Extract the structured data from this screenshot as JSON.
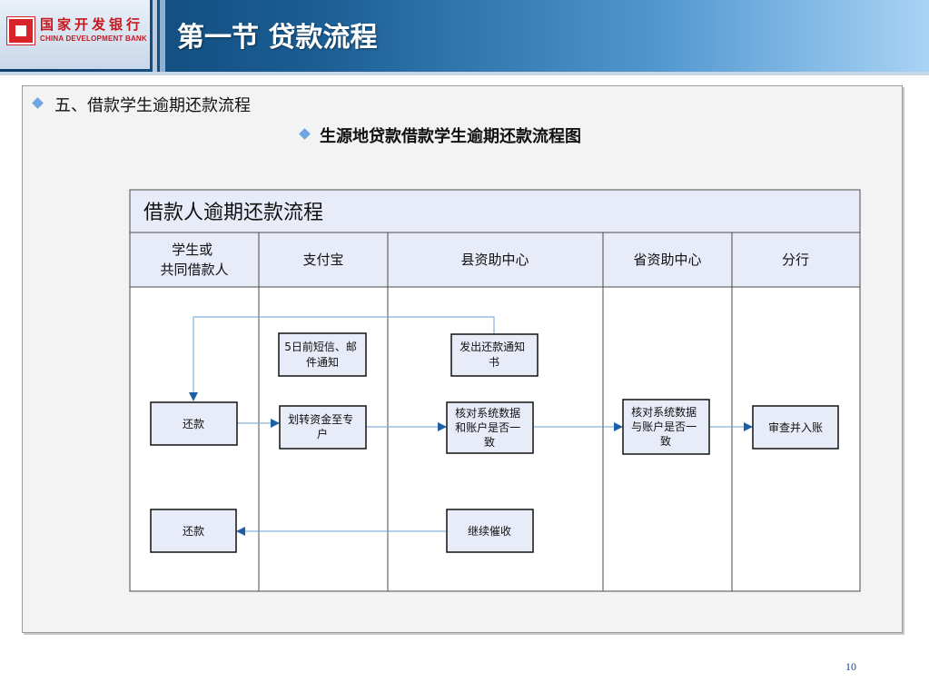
{
  "header": {
    "logo_cn": "国家开发银行",
    "logo_en": "CHINA DEVELOPMENT BANK",
    "title": "第一节  贷款流程"
  },
  "content": {
    "section_heading": "五、借款学生逾期还款流程",
    "diagram_title": "生源地贷款借款学生逾期还款流程图"
  },
  "flowchart": {
    "title": "借款人逾期还款流程",
    "lanes": [
      {
        "label_lines": [
          "学生或",
          "共同借款人"
        ]
      },
      {
        "label_lines": [
          "支付宝"
        ]
      },
      {
        "label_lines": [
          "县资助中心"
        ]
      },
      {
        "label_lines": [
          "省资助中心"
        ]
      },
      {
        "label_lines": [
          "分行"
        ]
      }
    ],
    "nodes": [
      {
        "id": "sms",
        "lines": [
          "5日前短信、邮",
          "件通知"
        ]
      },
      {
        "id": "notice",
        "lines": [
          "发出还款通知",
          "书"
        ]
      },
      {
        "id": "repay1",
        "lines": [
          "还款"
        ]
      },
      {
        "id": "transfer",
        "lines": [
          "划转资金至专",
          "户"
        ]
      },
      {
        "id": "county_check",
        "lines": [
          "核对系统数据",
          "和账户是否一",
          "致"
        ]
      },
      {
        "id": "prov_check",
        "lines": [
          "核对系统数据",
          "与账户是否一",
          "致"
        ]
      },
      {
        "id": "review",
        "lines": [
          "审查并入账"
        ]
      },
      {
        "id": "repay2",
        "lines": [
          "还款"
        ]
      },
      {
        "id": "collect",
        "lines": [
          "继续催收"
        ]
      }
    ]
  },
  "footer": {
    "page_number": "10"
  },
  "colors": {
    "header_dark": "#0c3f6e",
    "header_light": "#a9d3f5",
    "bullet": "#6fa6e0",
    "node_fill": "#e8ecf8",
    "connector": "#6a9fd4",
    "arrowhead": "#1f5fa8"
  }
}
